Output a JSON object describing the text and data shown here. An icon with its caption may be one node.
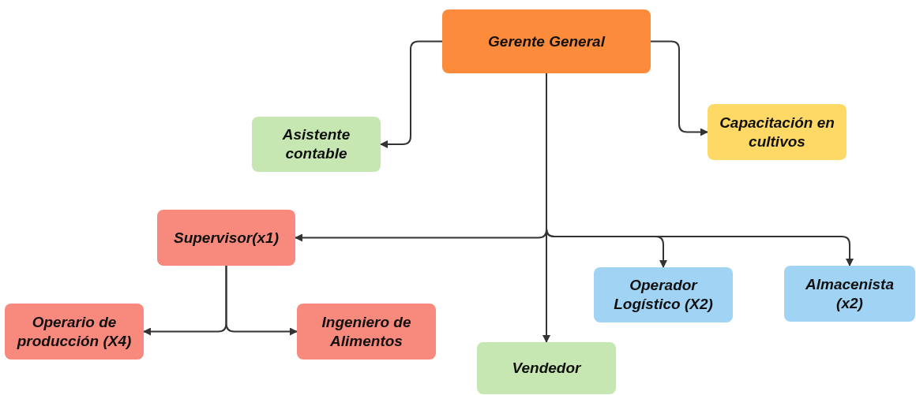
{
  "diagram": {
    "nodes": [
      {
        "text": [
          "Gerente General"
        ]
      },
      {
        "text": [
          "Asistente contable"
        ]
      },
      {
        "text": [
          "Capacitación en cultivos"
        ]
      },
      {
        "text": [
          "Supervisor(x1)"
        ]
      },
      {
        "text": [
          "Operario de producción (X4)"
        ]
      },
      {
        "text": [
          "Ingeniero de Alimentos"
        ]
      },
      {
        "text": [
          "Vendedor"
        ]
      },
      {
        "text": [
          "Operador Logístico (X2)"
        ]
      },
      {
        "text": [
          "Almacenista (x2)"
        ]
      }
    ],
    "edges": [
      {
        "from": 0,
        "to": 1,
        "arrow": "to"
      },
      {
        "from": 0,
        "to": 2,
        "arrow": "to"
      },
      {
        "from": 0,
        "to": 3,
        "arrow": "to"
      },
      {
        "from": 0,
        "to": 6,
        "arrow": "to"
      },
      {
        "from": 0,
        "to": 7,
        "arrow": "to"
      },
      {
        "from": 0,
        "to": 8,
        "arrow": "to"
      },
      {
        "from": 3,
        "to": 4,
        "arrow": "to"
      },
      {
        "from": 3,
        "to": 5,
        "arrow": "to"
      }
    ]
  }
}
